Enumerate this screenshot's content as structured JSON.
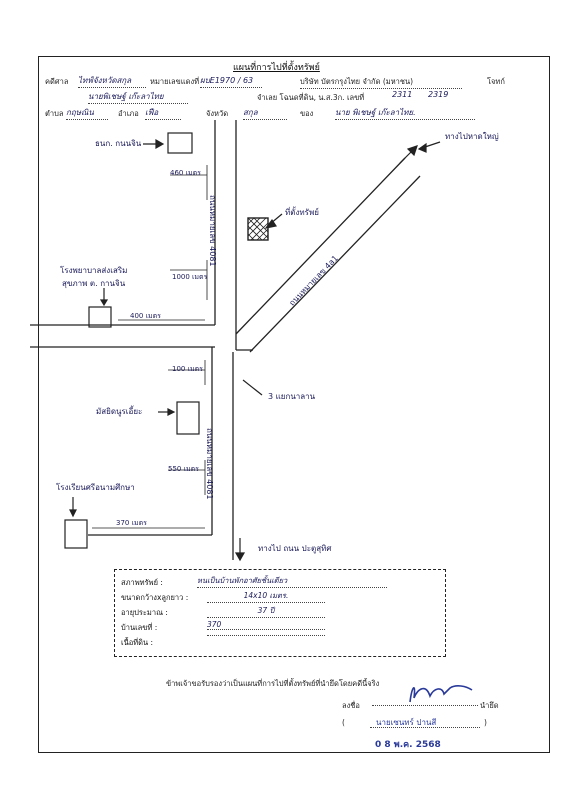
{
  "header": {
    "title": "แผนที่การไปที่ตั้งทรัพย์",
    "case_label": "คดีศาล",
    "court_value": "ไทฟ์จังหวัดสกุล",
    "black_no_label": "หมายเลขแดงที่",
    "black_no_value": "ผบE1970 / 63",
    "plaintiff_value": "บริษัท บัตรกรุงไทย จำกัด (มหาชน)",
    "plaintiff_label": "โจทก์",
    "defendant_value": "นายพิเชษฐ์ เก๊ะลาไทย",
    "deed_label": "จำเลย  โฉนดที่ดิน, น.ส.3ก. เลขที่",
    "deed_no1": "2311",
    "deed_no2": "2319",
    "subdistrict_label": "ตำบล",
    "subdistrict_value": "กฤษณิน",
    "district_label": "อำเภอ",
    "district_value": "เฟือ",
    "province_label": "จังหวัด",
    "province_value": "สกุล",
    "of_label": "ของ",
    "owner_value": "นาย พิเชษฐ์  เก๊ะลาไทย."
  },
  "map": {
    "road_main_upper": "ถนนหมายเลข 4081",
    "road_main_lower": "ถนนหมายเลข 4081",
    "road_diag": "ถนนหมายเลข 4a1",
    "to_top_right": "ทางไปหาดใหญ่",
    "to_bottom": "ทางไป  ถนน ปะตูสุทิศ",
    "junction": "3 แยกนาลาน",
    "property": "ที่ตั้งทรัพย์",
    "bank": "ธนก. กนนจิน",
    "dist_460": "460 เมตร",
    "dist_1000": "1000 เมตร",
    "dist_400": "400 เมตร",
    "dist_100": "100 เมตร",
    "dist_550": "550 เมตร",
    "dist_370": "370 เมตร",
    "hospital": "โรงพยาบาลส่งเสริม",
    "hospital2": "สุขภาพ  ต. กานจิน",
    "mosque": "มัสยิดนูรเอี้ยะ",
    "school": "โรงเรียนศรีอนามศึกษา"
  },
  "info": {
    "status_label": "สภาพทรัพย์ :",
    "status_value": "หนเป็นบ้านพักอาศัยชั้นเดียว",
    "size_label": "ขนาดกว้างxลูกยาว :",
    "size_value": "14x10 เมตร.",
    "age_label": "อายุประมาณ :",
    "age_value": "37  ปี",
    "house_no_label": "บ้านเลขที่ :",
    "house_no_value": "370",
    "land_label": "เนื้อที่ดิน :",
    "land_value": ""
  },
  "footer": {
    "certify": "ข้าพเจ้าขอรับรองว่าเป็นแผนที่การไปที่ตั้งทรัพย์ที่นำยึดโดยคดีนี้จริง",
    "sign_label": "ลงชื่อ",
    "role_label": "นำยึด",
    "signer_name": "นายเซนทร์  ปานสี",
    "date_stamp": "0 8 พ.ค. 2568"
  }
}
